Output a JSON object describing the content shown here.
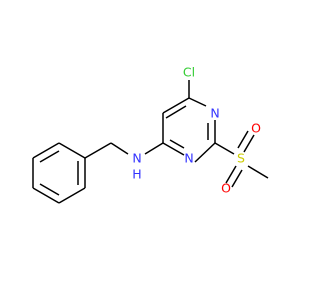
{
  "molecule": {
    "labels": {
      "cl": "Cl",
      "n_ring_upper": "N",
      "n_ring_lower": "N",
      "s": "S",
      "o_upper": "O",
      "o_lower": "O",
      "nh_n": "N",
      "nh_h": "H"
    },
    "colors": {
      "bond": "#000000",
      "carbon": "#000000",
      "nitrogen": "#3333ff",
      "chlorine": "#33cc33",
      "sulfur": "#cccc00",
      "oxygen": "#ff0000"
    }
  }
}
